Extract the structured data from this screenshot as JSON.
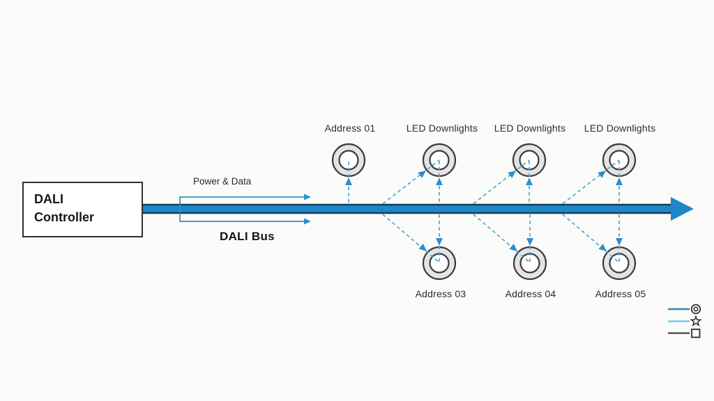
{
  "diagram": {
    "title": "DALI lighting control bus diagram",
    "controller": {
      "line1": "DALI",
      "line2": "Controller"
    },
    "bus": {
      "label": "DALI Bus",
      "flow_annotation": "Power & Data"
    },
    "top_row": {
      "items": [
        {
          "label": "Address 01"
        },
        {
          "label": "LED Downlights"
        },
        {
          "label": "LED Downlights"
        },
        {
          "label": "LED Downlights"
        }
      ]
    },
    "bottom_row": {
      "items": [
        {
          "label": "Address 03"
        },
        {
          "label": "Address 04"
        },
        {
          "label": "Address 05"
        }
      ]
    },
    "legend": {
      "rows": [
        {
          "icon": "downlight-icon",
          "line_color": "#2a8bb5"
        },
        {
          "icon": "star-icon",
          "line_color": "#6fcbe8"
        },
        {
          "icon": "square-icon",
          "line_color": "#555555"
        }
      ]
    },
    "colors": {
      "bus_fill": "#1f87c7",
      "bus_edge": "#143e59",
      "dashed_signal": "#49a8d4",
      "arrowhead": "#2a8fd0",
      "bracket_arrow": "#2e8fc9",
      "fixture_ring_fill": "#e4e4e4",
      "fixture_outline": "#3a3a3a",
      "background": "#fbfbfa"
    }
  }
}
